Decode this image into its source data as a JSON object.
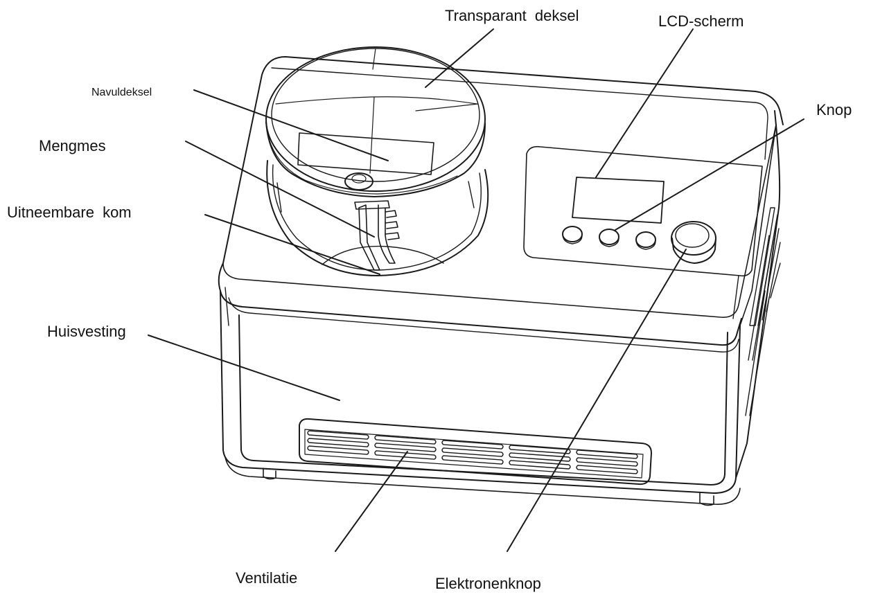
{
  "labels": {
    "transparant_deksel": "Transparant deksel",
    "lcd_scherm": "LCD-scherm",
    "knop": "Knop",
    "navuldeksel": "Navuldeksel",
    "mengmes": "Mengmes",
    "uitneembare_kom": "Uitneembare kom",
    "huisvesting": "Huisvesting",
    "ventilatie": "Ventilatie",
    "elektronenknop": "Elektronenknop"
  }
}
